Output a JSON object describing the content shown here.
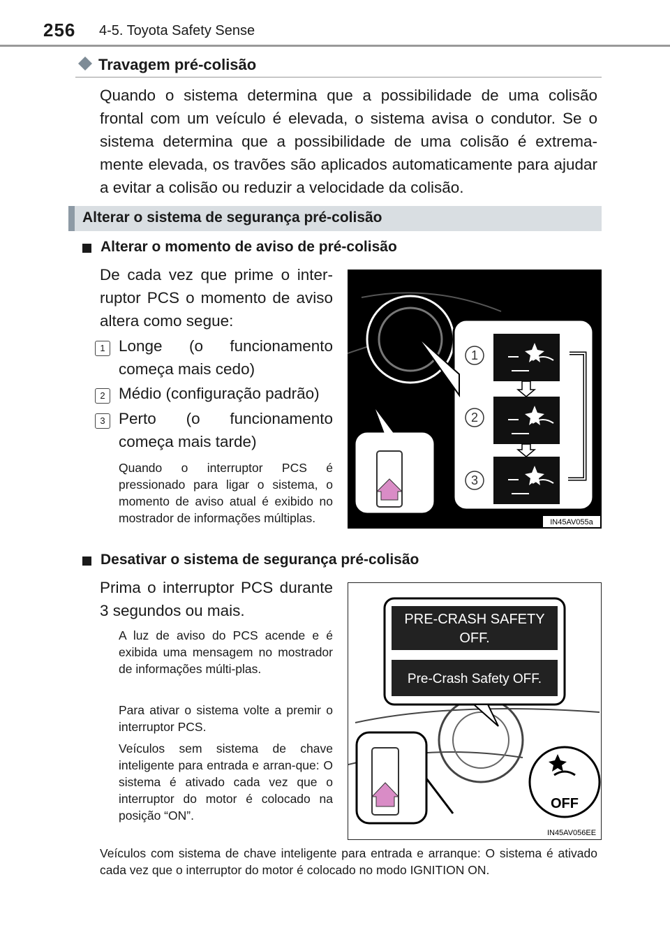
{
  "header": {
    "page_number": "256",
    "chapter": "4-5. Toyota Safety Sense"
  },
  "section": {
    "title": "Travagem pré-colisão",
    "intro": "Quando o sistema determina que a possibilidade de uma colisão frontal com um veículo é elevada, o sistema avisa o condutor. Se o sistema determina que a possibilidade de uma colisão é extrema-mente elevada, os travões são aplicados automaticamente para ajudar a evitar a colisão ou reduzir a velocidade da colisão."
  },
  "box_title": "Alterar o sistema de segurança pré-colisão",
  "sub1": {
    "title": "Alterar o momento de aviso de pré-colisão",
    "paragraph": "De cada vez que prime o inter-ruptor PCS o momento de aviso altera como segue:",
    "items": [
      {
        "num": "1",
        "text": "Longe (o funcionamento começa mais cedo)"
      },
      {
        "num": "2",
        "text": "Médio (configuração padrão)"
      },
      {
        "num": "3",
        "text": "Perto (o funcionamento começa mais tarde)"
      }
    ],
    "note": "Quando o interruptor PCS é pressionado para ligar o sistema, o momento de aviso atual é exibido no mostrador de informações múltiplas.",
    "figure": {
      "code": "IN45AV055a",
      "labels": [
        "1",
        "2",
        "3"
      ]
    }
  },
  "sub2": {
    "title": "Desativar o sistema de segurança pré-colisão",
    "paragraph": "Prima o interruptor PCS durante 3 segundos ou mais.",
    "notes": [
      "A luz de aviso do PCS acende e é exibida uma mensagem no mostrador de informações múlti-plas.",
      "Para ativar o sistema volte a premir o interruptor PCS.",
      "Veículos sem sistema de chave inteligente para entrada e arran-que: O sistema é ativado cada vez que o interruptor do motor é colocado na posição “ON”."
    ],
    "footer_note": "Veículos com sistema de chave inteligente para entrada e arranque: O sistema é ativado cada vez que o interruptor do motor é colocado no modo IGNITION ON.",
    "figure": {
      "code": "IN45AV056EE",
      "display_line1": "PRE-CRASH SAFETY",
      "display_line2": "OFF.",
      "display_small": "Pre-Crash Safety OFF.",
      "off_label": "OFF"
    }
  },
  "colors": {
    "header_rule": "#999999",
    "box_bg": "#d9dee2",
    "box_bar": "#8d9aa5",
    "arrow": "#d98cc6"
  }
}
